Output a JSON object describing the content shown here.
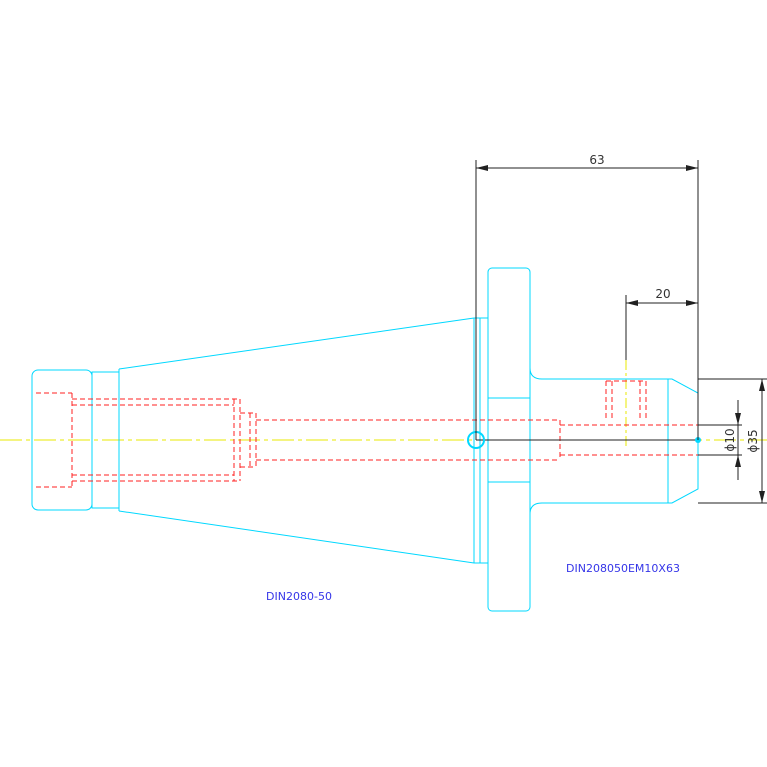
{
  "drawing": {
    "dimensions": {
      "overall_length": "63",
      "bore_depth": "20",
      "bore_diameter": "ϕ10",
      "outer_diameter": "ϕ35"
    },
    "labels": {
      "holder_part": "DIN2080-50",
      "adapter_part": "DIN208050EM10X63"
    },
    "colors": {
      "outline": "#00d8ff",
      "hidden": "#ff2020",
      "centerline": "#e8e800",
      "dimension": "#202020",
      "label": "#3535e8"
    }
  }
}
